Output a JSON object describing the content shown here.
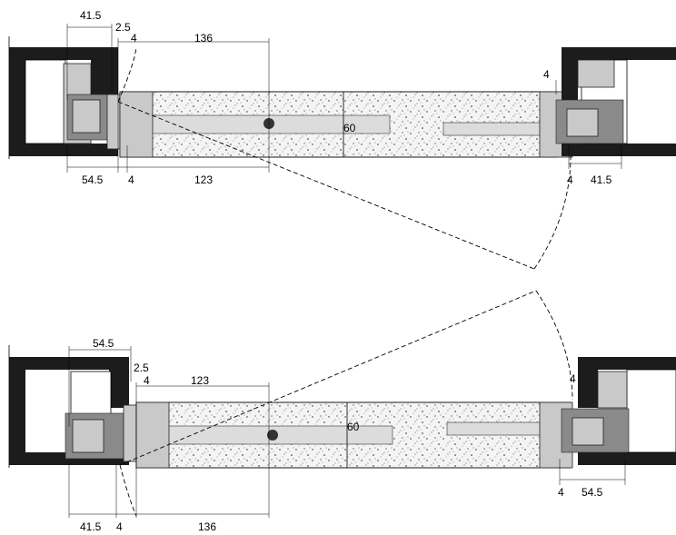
{
  "top_section": {
    "dims": {
      "frame_top": "41.5",
      "gap_top": "2.5",
      "gap_small": "4",
      "sash_width": "136",
      "panel_thickness": "60",
      "right_gap": "4",
      "frame_bottom": "54.5",
      "bottom_gap": "4",
      "panel_width": "123",
      "right_bottom_gap": "4",
      "right_frame": "41.5"
    }
  },
  "bottom_section": {
    "dims": {
      "frame_top": "54.5",
      "gap_top": "2.5",
      "gap_small": "4",
      "panel_width": "123",
      "panel_thickness": "60",
      "right_gap": "4",
      "right_bottom_gap": "4",
      "right_frame": "54.5",
      "frame_bottom": "41.5",
      "bottom_gap": "4",
      "sash_width": "136"
    }
  },
  "colors": {
    "wall": "#1c1c1c",
    "profile": "#c9c9c9",
    "panel_core": "#dcdcdc"
  }
}
